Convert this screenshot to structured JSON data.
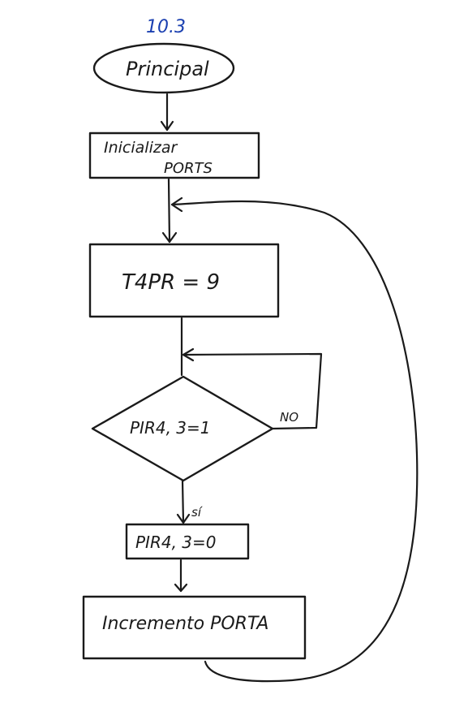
{
  "diagram": {
    "title": "10.3",
    "nodes": {
      "start": {
        "label": "Principal"
      },
      "init": {
        "label_line1": "Inicializar",
        "label_line2": "PORTS"
      },
      "t4pr": {
        "label": "T4PR = 9"
      },
      "decision": {
        "label": "PIR4, 3=1"
      },
      "clear": {
        "label": "PIR4, 3=0"
      },
      "increment": {
        "label": "Incremento PORTA"
      }
    },
    "edges": {
      "no_label": "NO",
      "yes_label": "sí"
    }
  }
}
